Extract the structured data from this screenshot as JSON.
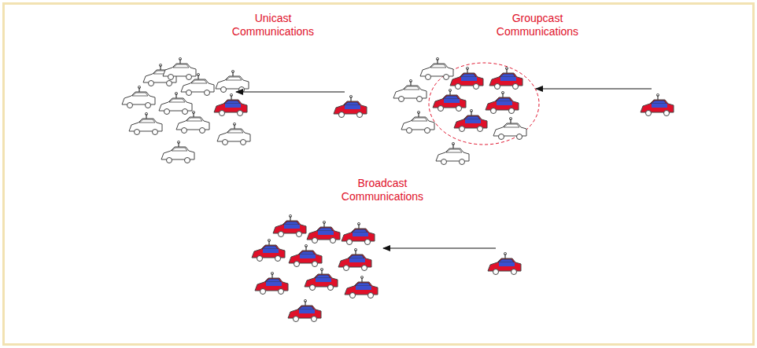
{
  "diagram": {
    "labels": [
      "Unicast Communications",
      "Groupcast Communications",
      "Broadcast Communications"
    ]
  }
}
